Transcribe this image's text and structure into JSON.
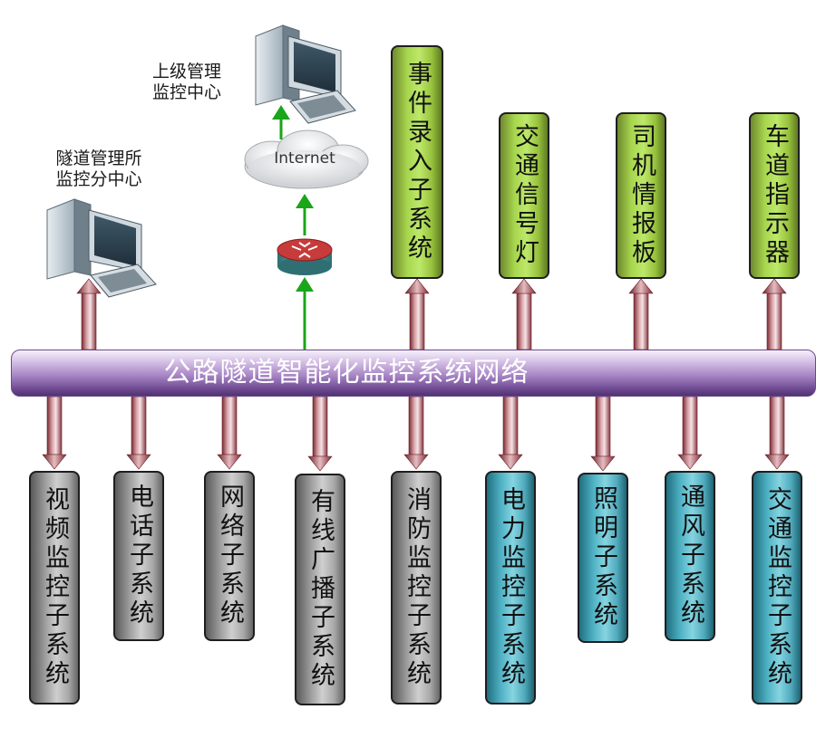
{
  "bus": {
    "label": "公路隧道智能化监控系统网络"
  },
  "nodes": {
    "upper_center": {
      "label": "上级管理\n监控中心"
    },
    "tunnel_center": {
      "label": "隧道管理所\n监控分中心"
    },
    "cloud": {
      "label": "Internet"
    }
  },
  "top_subsystems": [
    {
      "id": "event",
      "label": "事件录入子系统"
    },
    {
      "id": "signal",
      "label": "交通信号灯"
    },
    {
      "id": "driver",
      "label": "司机情报板"
    },
    {
      "id": "lane",
      "label": "车道指示器"
    }
  ],
  "bottom_subsystems": [
    {
      "id": "video",
      "label": "视频监控子系统"
    },
    {
      "id": "phone",
      "label": "电话子系统"
    },
    {
      "id": "network",
      "label": "网络子系统"
    },
    {
      "id": "broadcast",
      "label": "有线广播子系统"
    },
    {
      "id": "fire",
      "label": "消防监控子系统"
    },
    {
      "id": "power",
      "label": "电力监控子系统"
    },
    {
      "id": "lighting",
      "label": "照明子系统"
    },
    {
      "id": "vent",
      "label": "通风子系统"
    },
    {
      "id": "traffic",
      "label": "交通监控子系统"
    }
  ],
  "colors": {
    "arrow_red": "#8a2f3a",
    "arrow_green": "#1aa51a",
    "bus_purple": "#7a559c",
    "box_green": "#a8d64e",
    "box_gray": "#b0b0b0",
    "box_cyan": "#5bbccc"
  }
}
